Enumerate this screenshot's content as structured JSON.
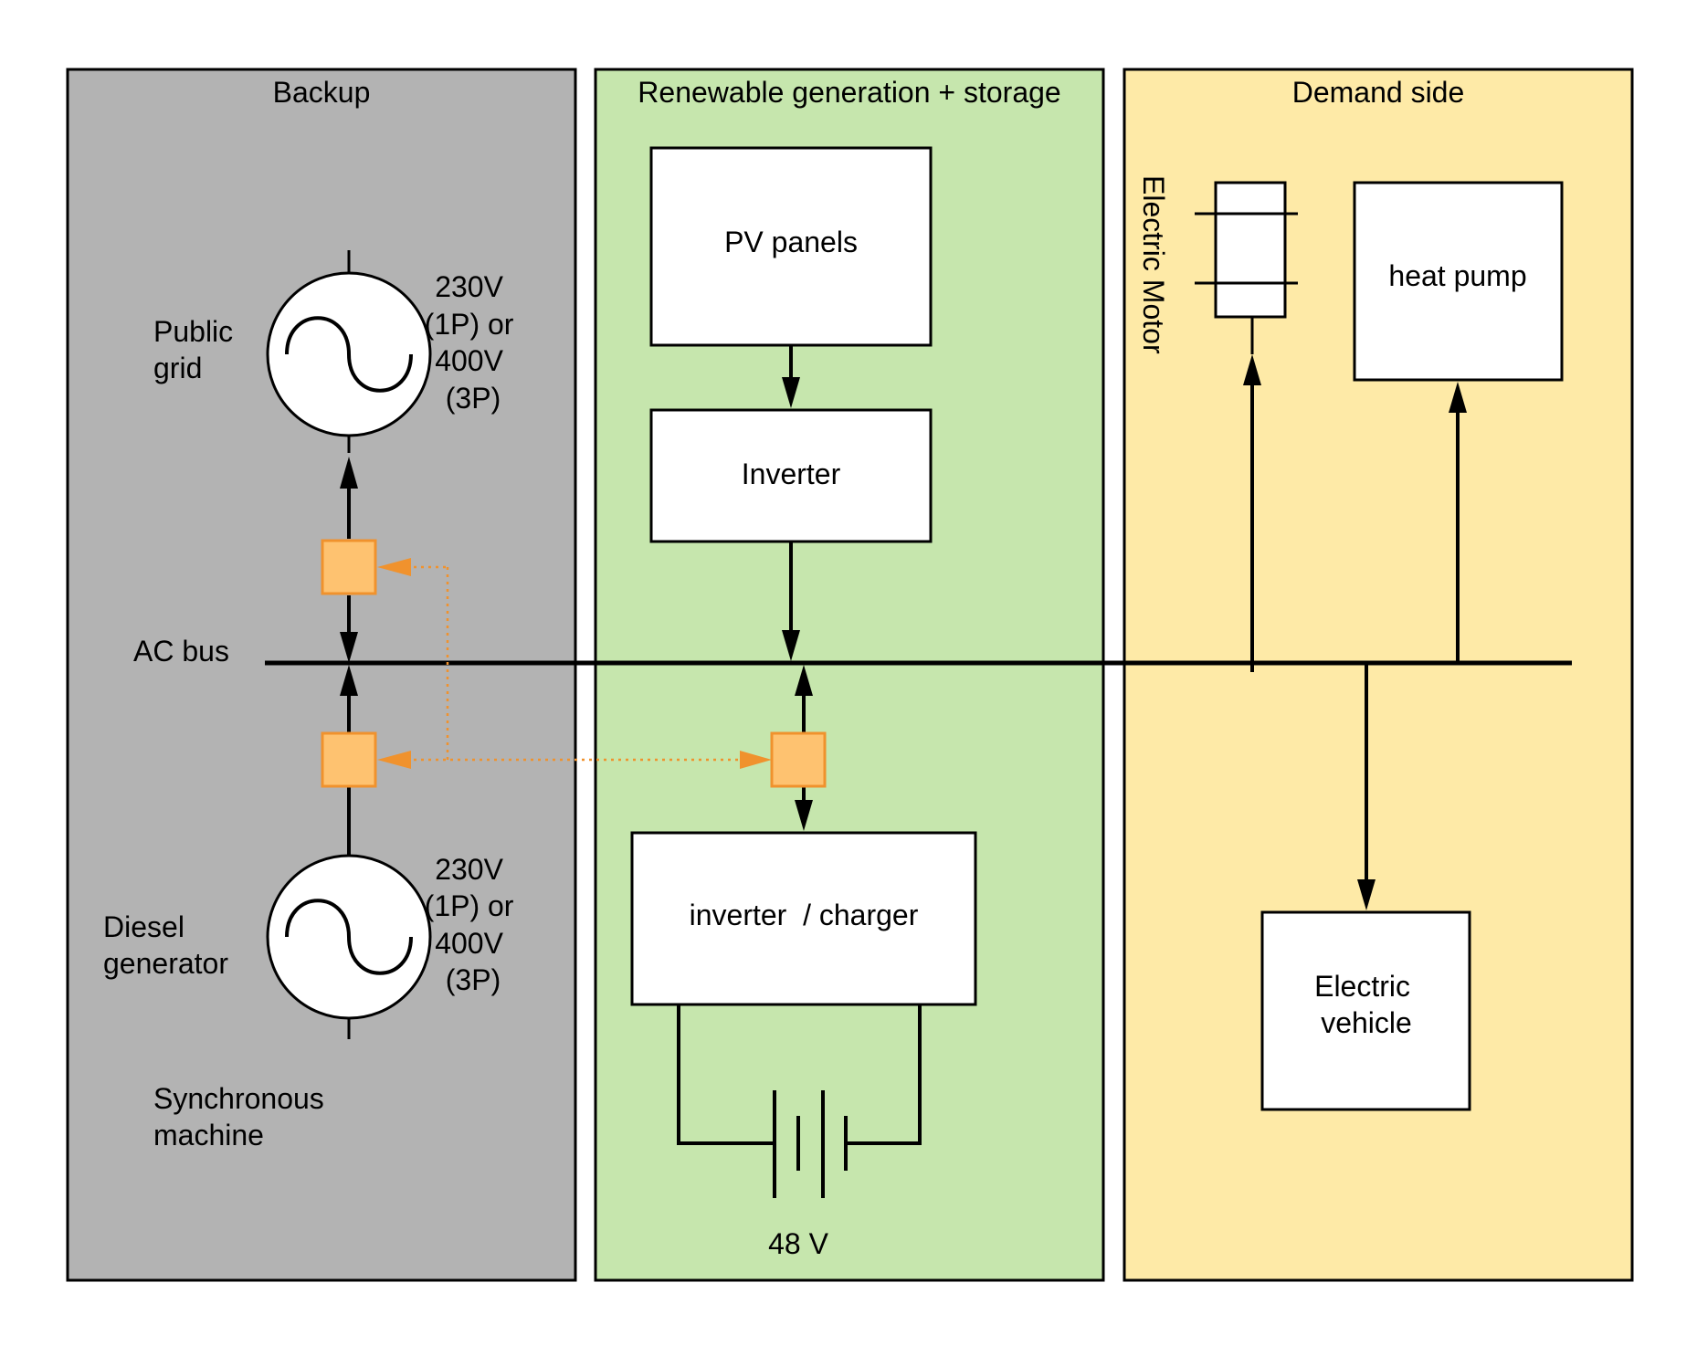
{
  "panels": {
    "backup": {
      "title": "Backup",
      "color": "#b3b3b3"
    },
    "renewable": {
      "title": "Renewable generation + storage",
      "color": "#c6e6ad"
    },
    "demand": {
      "title": "Demand side",
      "color": "#feeaa7"
    }
  },
  "backup": {
    "public_grid_label": [
      "Public",
      "grid"
    ],
    "public_grid_voltage": [
      "230V",
      "(1P) or",
      "400V",
      "(3P)"
    ],
    "ac_bus_label": "AC bus",
    "diesel_label": [
      "Diesel",
      "generator"
    ],
    "diesel_voltage": [
      "230V",
      "(1P) or",
      "400V",
      "(3P)"
    ],
    "sync_machine_label": [
      "Synchronous",
      "machine"
    ]
  },
  "renewable": {
    "pv_panels": "PV panels",
    "inverter": "Inverter",
    "inverter_charger": "inverter  / charger",
    "battery_label": "48 V"
  },
  "demand": {
    "electric_motor": "Electric Motor",
    "heat_pump": "heat pump",
    "electric_vehicle": [
      "Electric",
      "vehicle"
    ]
  },
  "colors": {
    "switch_fill": "#fec270",
    "switch_stroke": "#f0922d",
    "control_line": "#f0922d",
    "line": "#000000"
  }
}
